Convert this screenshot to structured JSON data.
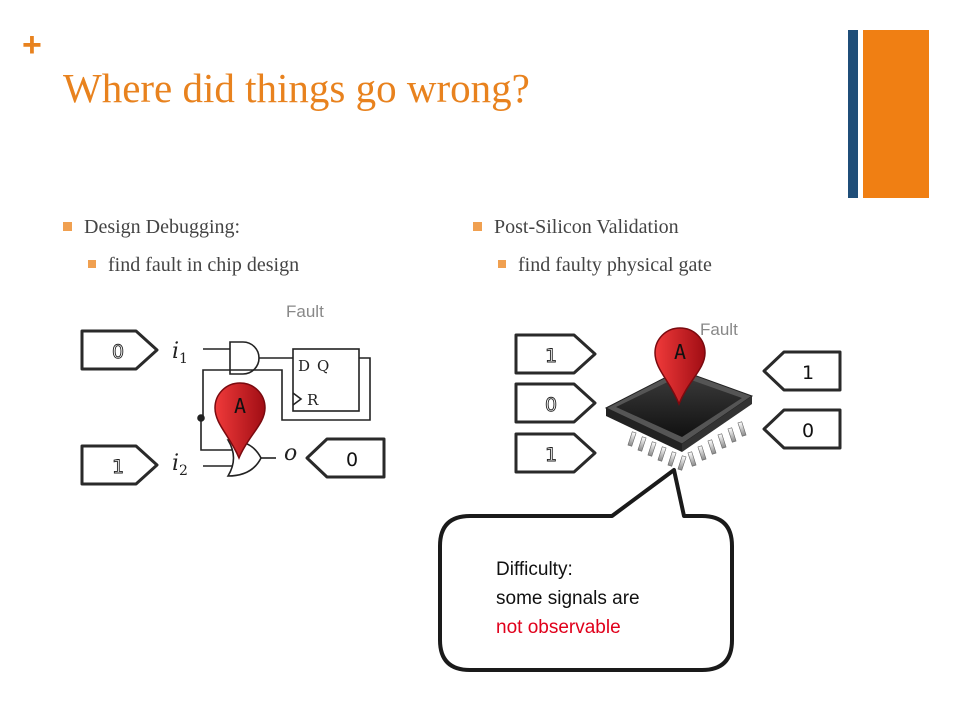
{
  "slide": {
    "plus": "+",
    "title": "Where did things go wrong?"
  },
  "left": {
    "heading": "Design Debugging:",
    "sub": "find fault in chip design",
    "fault_label": "Fault",
    "inputs": [
      "0",
      "1"
    ],
    "output": "0",
    "circuit": {
      "i1": "i",
      "i1_sub": "1",
      "i2": "i",
      "i2_sub": "2",
      "o": "o",
      "d": "D",
      "q": "Q",
      "r": "R"
    },
    "marker": "A"
  },
  "right": {
    "heading": "Post-Silicon Validation",
    "sub": "find faulty physical gate",
    "fault_label": "Fault",
    "inputs": [
      "1",
      "0",
      "1"
    ],
    "outputs": [
      "1",
      "0"
    ],
    "marker": "A"
  },
  "callout": {
    "line1": "Difficulty:",
    "line2": "some signals are",
    "line3": "not observable"
  },
  "colors": {
    "accent": "#e8821e",
    "bar_blue": "#1f4e79",
    "bar_orange": "#f07f13",
    "marker": "#d41f2a",
    "highlight": "#e0001b"
  }
}
